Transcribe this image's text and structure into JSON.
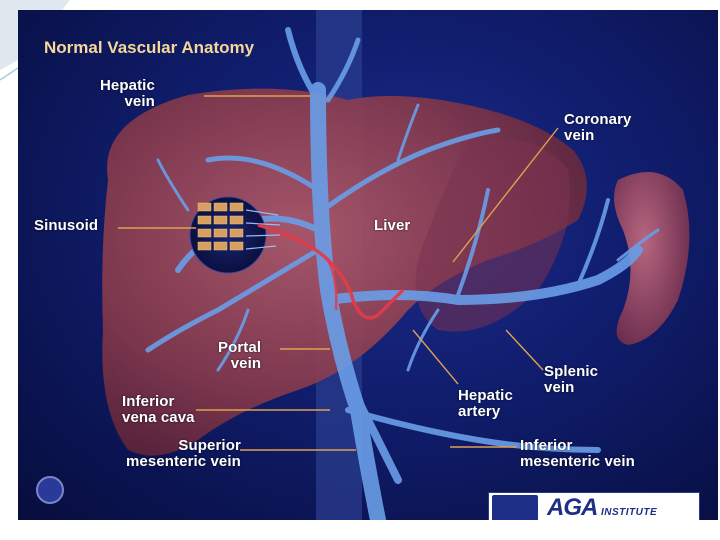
{
  "title": "Normal Vascular Anatomy",
  "labels": {
    "hepatic_vein": [
      "Hepatic",
      "vein"
    ],
    "coronary_vein": [
      "Coronary",
      "vein"
    ],
    "sinusoid": "Sinusoid",
    "liver": "Liver",
    "portal_vein": [
      "Portal",
      "vein"
    ],
    "splenic_vein": [
      "Splenic",
      "vein"
    ],
    "hepatic_artery": [
      "Hepatic",
      "artery"
    ],
    "inferior_vena_cava": [
      "Inferior",
      "vena cava"
    ],
    "superior_mesenteric_vein": [
      "Superior",
      "mesenteric vein"
    ],
    "inferior_mesenteric_vein": [
      "Inferior",
      "mesenteric vein"
    ]
  },
  "logo": {
    "name": "AGA",
    "sub": "INSTITUTE"
  },
  "colors": {
    "background": "#0d1a63",
    "liver": "#8a3a4a",
    "vein": "#6a9ee8",
    "artery": "#e23a4a",
    "title": "#f5d79a",
    "leader_line": "#e0a050"
  }
}
